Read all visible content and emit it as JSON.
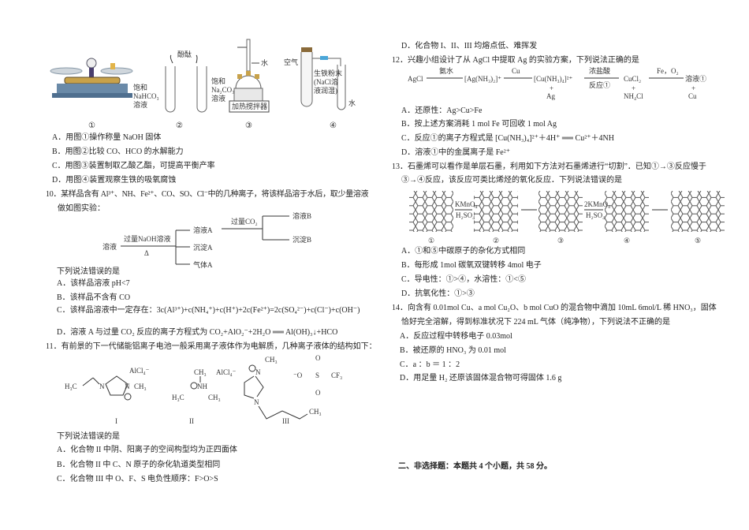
{
  "q9": {
    "figure_labels": [
      "①",
      "②",
      "③",
      "④"
    ],
    "fig2": {
      "indicator": "酚酞",
      "left": [
        "饱和",
        "NaHCO₃",
        "溶液"
      ],
      "right": [
        "饱和",
        "Na₂CO₃",
        "溶液"
      ]
    },
    "fig3": {
      "water": "水",
      "heater": "加热搅拌器"
    },
    "fig4": {
      "air": "空气",
      "powder": [
        "生铁粉末",
        "(NaCl溶",
        "液润湿)"
      ],
      "water": "水"
    },
    "options": [
      "A．用图①操作称量 NaOH 固体",
      "B．用图②比较 CO、HCO 的水解能力",
      "C．用图③装置制取乙酸乙酯，可提高平衡产率",
      "D．用图④装置观察生铁的吸氧腐蚀"
    ]
  },
  "q10": {
    "stem": [
      "10．某样品含有 Al³⁺、NH、Fe²⁺、CO、SO、Cl⁻中的几种离子，将该样品溶于水后，取少量溶液",
      "做如图实验："
    ],
    "flow": {
      "start": "溶液",
      "reagent1": "过量NaOH溶液",
      "heat": "Δ",
      "a1": "溶液A",
      "a2": "沉淀A",
      "a3": "气体A",
      "reagent2": "过量CO₂",
      "b1": "溶液B",
      "b2": "沉淀B"
    },
    "prompt": "下列说法错误的是",
    "options": [
      "A．该样品溶液 pH<7",
      "B．该样品不含有 CO",
      "C．该样品溶液中一定存在：3c(Al³⁺)+c(NH₄⁺)+c(H⁺)+2c(Fe²⁺)=2c(SO₄²⁻)+c(Cl⁻)+c(OH⁻)",
      "D．溶液 A 与过量 CO₂ 反应的离子方程式为 CO₂+AlO₂⁻+2H₂O ══ Al(OH)₃↓+HCO"
    ]
  },
  "q11": {
    "stem": "11．有前景的下一代储能铝离子电池一般采用离子液体作为电解质，几种离子液体的结构如下：",
    "structures": {
      "I": {
        "label": "I",
        "anion": "AlCl₄⁻",
        "groups": [
          "H₃C",
          "N",
          "N",
          "CH₃",
          "+"
        ]
      },
      "II": {
        "label": "II",
        "anion": "AlCl₄⁻",
        "groups": [
          "CH₃",
          "NH",
          "H₃C",
          "CH₃",
          "+"
        ]
      },
      "III": {
        "label": "III",
        "groups": [
          "CH₃",
          "N",
          "N",
          "CH₃",
          "+"
        ],
        "anion_atoms": [
          "⁻O",
          "S",
          "CF₃",
          "O",
          "O"
        ]
      }
    },
    "prompt": "下列说法错误的是",
    "options": [
      "A．化合物 II 中阴、阳离子的空间构型均为正四面体",
      "B．化合物 II 中 C、N 原子的杂化轨道类型相同",
      "C．化合物 III 中 O、F、S 电负性顺序：F>O>S",
      "D．化合物 I、II、III 均熔点低、难挥发"
    ]
  },
  "q12": {
    "stem": "12．兴趣小组设计了从 AgCl 中提取 Ag 的实验方案，下列说法正确的是",
    "scheme": {
      "s1": "AgCl",
      "r1": "氨水",
      "s2": "[Ag(NH₃)₂]⁺",
      "r2": "Cu",
      "s3": "[Cu(NH₃)₄]²⁺",
      "s3b": "Ag",
      "r3": "浓盐酸",
      "r3b": "反应①",
      "s4": "CuCl₂",
      "s4b": "NH₄Cl",
      "r4": "Fe，O₂",
      "s5": "溶液①",
      "s5b": "Cu",
      "plus": "+"
    },
    "options": [
      "A．还原性：Ag>Cu>Fe",
      "B．按上述方案消耗 1  mol  Fe 可回收 1  mol  Ag",
      "C．反应①的离子方程式是 [Cu(NH₃)₄]²⁺＋4H⁺ ══ Cu²⁺＋4NH",
      "D．溶液①中的金属离子是 Fe²⁺"
    ]
  },
  "q13": {
    "stem": [
      "13．石墨烯可以看作是单层石墨，利用如下方法对石墨烯进行“切割”．已知①→③反应慢于",
      "③→④反应，该反应可类比烯烃的氧化反应．下列说法错误的是"
    ],
    "labels": [
      "①",
      "②",
      "③",
      "④",
      "⑤"
    ],
    "reagents": {
      "r1": "KMnO₄",
      "r1b": "H₂SO₄",
      "r2": "2KMnO₄",
      "r2b": "H₂SO₄"
    },
    "options": [
      "A．①和⑤中碳原子的杂化方式相同",
      "B．每形成 1mol 碳氧双键转移 4mol 电子",
      "C．导电性：①>④，水溶性：①<⑤",
      "D．抗氧化性：①>③"
    ]
  },
  "q14": {
    "stem": [
      "14．向含有 0.01mol  Cu、a  mol  Cu₂O、b  mol  CuO 的混合物中滴加 10mL  6mol/L  稀 HNO₃，固体",
      "恰好完全溶解，得到标准状况下 224  mL 气体（纯净物），下列说法不正确的是"
    ],
    "options": [
      "A．反应过程中转移电子 0.03mol",
      "B．被还原的 HNO₃ 为 0.01  mol",
      "C．a ：b ＝ 1 ：2",
      "D．用足量 H₂ 还原该固体混合物可得固体 1.6  g"
    ]
  },
  "section2": "二、非选择题：本题共 4 个小题，共 58 分。"
}
